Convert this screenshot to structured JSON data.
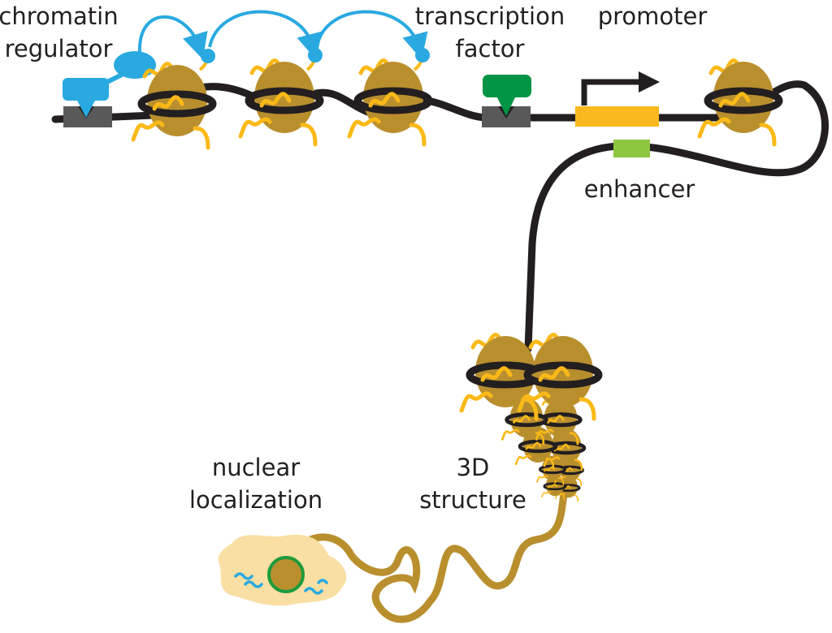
{
  "labels": {
    "chromatin_regulator": [
      "chromatin",
      "regulator"
    ],
    "transcription_factor": [
      "transcription",
      "factor"
    ],
    "promoter": "promoter",
    "enhancer": "enhancer",
    "nuclear_localization": [
      "nuclear",
      "localization"
    ],
    "structure_3d": [
      "3D",
      "structure"
    ]
  },
  "colors": {
    "dna": "#231f20",
    "histone": "#b98f2e",
    "tail": "#fbb917",
    "regulator": "#29a9e0",
    "transcription_factor": "#009444",
    "promoter": "#f9b81d",
    "enhancer": "#8dc63f",
    "binding_site": "#595959",
    "cell": "#f9dfa3",
    "nuclear_envelope": "#1e9a3c"
  }
}
